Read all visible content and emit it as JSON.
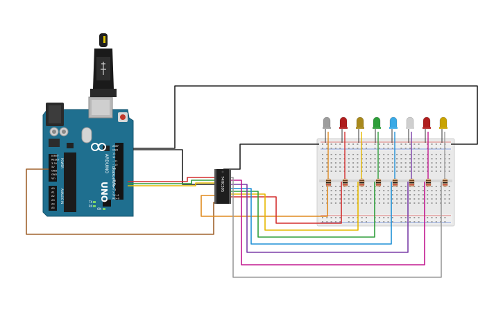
{
  "arduino": {
    "logo_text": "ARDUINO",
    "model_text": "UNO",
    "header_top": [
      "AREF",
      "GND",
      "13",
      "12",
      "~11",
      "~10",
      "~9",
      "8"
    ],
    "header_top2": [
      "7",
      "~6",
      "~5",
      "4",
      "~3",
      "2",
      "TX→1",
      "RX←0"
    ],
    "power_labels": [
      "IOREF",
      "RESET",
      "3.3V",
      "5V",
      "GND",
      "GND",
      "Vin"
    ],
    "analog_labels": [
      "A0",
      "A1",
      "A2",
      "A3",
      "A4",
      "A5"
    ],
    "power_title": "POWER",
    "analog_title": "ANALOG IN",
    "digital_title": "DIGITAL (PWM~)",
    "led_labels": [
      "L",
      "TX",
      "RX"
    ],
    "on_label": "ON"
  },
  "chip": {
    "label": "74HC595"
  },
  "leds": [
    "gray",
    "red",
    "olive",
    "green",
    "blue",
    "white",
    "red",
    "yellow"
  ],
  "colors": {
    "board": "#1f6f8f",
    "breadboard": "#e8e8e8",
    "wire_black": "#222222",
    "wire_red": "#d32f2f",
    "wire_green": "#2e9e3a",
    "wire_yellow": "#e6b800",
    "wire_orange": "#e08a1e",
    "wire_blue": "#1e90d6",
    "wire_purple": "#7b3fa8",
    "wire_magenta": "#c2188f",
    "wire_gray": "#9a9a9a",
    "wire_brown": "#a0622d"
  }
}
